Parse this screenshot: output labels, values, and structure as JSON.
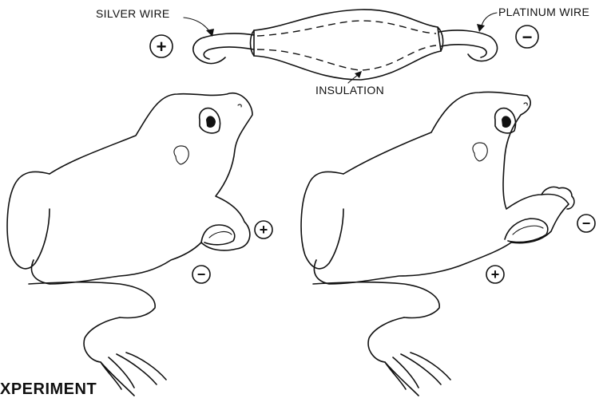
{
  "labels": {
    "silver_wire": "SILVER WIRE",
    "platinum_wire": "PLATINUM WIRE",
    "insulation": "INSULATION",
    "caption": "XPERIMENT"
  },
  "signs": {
    "electrode_positive": "+",
    "electrode_negative": "−",
    "frog_left_positive": "+",
    "frog_left_negative": "−",
    "frog_right_positive": "+",
    "frog_right_negative": "−"
  },
  "colors": {
    "ink": "#111111",
    "background": "#ffffff"
  }
}
